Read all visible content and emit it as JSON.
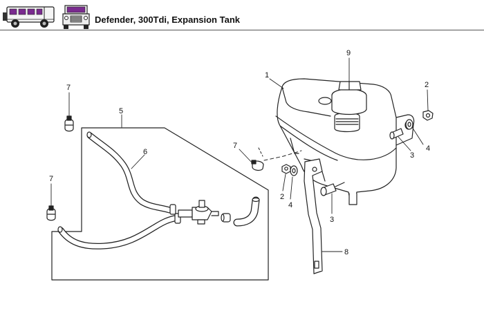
{
  "header": {
    "title": "Defender,  300Tdi, Expansion Tank",
    "vehicle_icons": [
      "defender-side-view-icon",
      "defender-front-view-icon"
    ]
  },
  "callouts": {
    "c1": "1",
    "c2a": "2",
    "c2b": "2",
    "c3a": "3",
    "c3b": "3",
    "c4a": "4",
    "c4b": "4",
    "c5": "5",
    "c6": "6",
    "c7a": "7",
    "c7b": "7",
    "c7c": "7",
    "c8": "8",
    "c9": "9"
  }
}
